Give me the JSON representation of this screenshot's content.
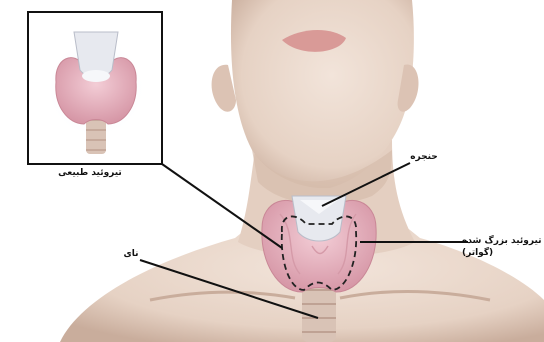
{
  "inset": {
    "caption": "تیروئید طبیعی"
  },
  "labels": {
    "larynx": "حنجره",
    "trachea": "نای",
    "goiter_line1": "تیروئید بزرگ شده",
    "goiter_line2": "(گواتر)"
  },
  "colors": {
    "skin": "#ead8cc",
    "skin_shadow": "#c9ad9c",
    "thyroid": "#e9b6c2",
    "thyroid_dark": "#c98796",
    "cartilage": "#e7e9ef",
    "trachea": "#d9c3b6",
    "leader_line": "#111111",
    "inset_border": "#111111"
  }
}
